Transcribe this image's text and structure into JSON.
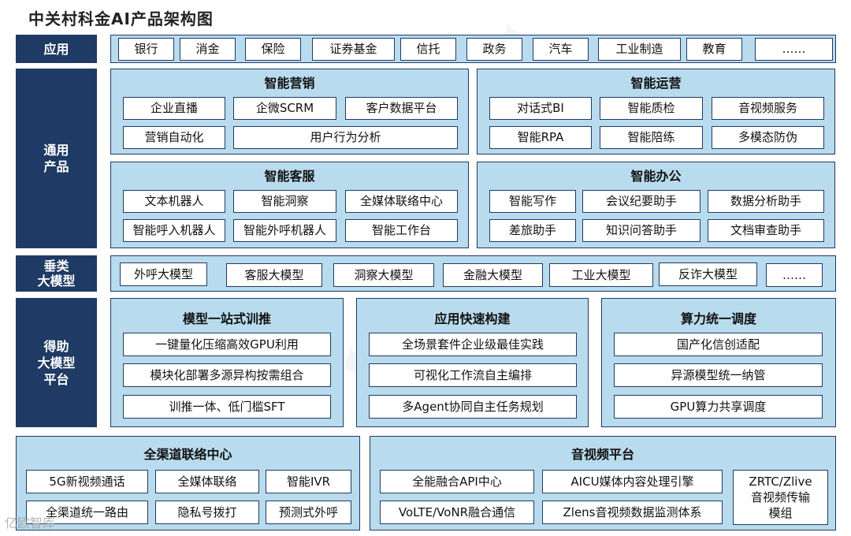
{
  "title": "中关村科金AI产品架构图",
  "app_row": {
    "label": "应用",
    "items": [
      "银行",
      "消金",
      "保险",
      "证券基金",
      "信托",
      "政务",
      "汽车",
      "工业制造",
      "教育",
      "……"
    ]
  },
  "general_products": {
    "label": "通用\n产品",
    "groups": [
      {
        "title": "智能营销",
        "items": [
          "企业直播",
          "企微SCRM",
          "客户数据平台",
          "营销自动化",
          "用户行为分析"
        ]
      },
      {
        "title": "智能运营",
        "items": [
          "对话式BI",
          "智能质检",
          "音视频服务",
          "智能RPA",
          "智能陪练",
          "多模态防伪"
        ]
      },
      {
        "title": "智能客服",
        "items": [
          "文本机器人",
          "智能洞察",
          "全媒体联络中心",
          "智能呼入机器人",
          "智能外呼机器人",
          "智能工作台"
        ]
      },
      {
        "title": "智能办公",
        "items": [
          "智能写作",
          "会议纪要助手",
          "数据分析助手",
          "差旅助手",
          "知识问答助手",
          "文档审查助手"
        ]
      }
    ]
  },
  "vertical_models": {
    "label": "垂类\n大模型",
    "items": [
      "外呼大模型",
      "客服大模型",
      "洞察大模型",
      "金融大模型",
      "工业大模型",
      "反诈大模型",
      "……"
    ]
  },
  "platform": {
    "label": "得助\n大模型\n平台",
    "columns": [
      {
        "title": "模型一站式训推",
        "items": [
          "一键量化压缩高效GPU利用",
          "模块化部署多源异构按需组合",
          "训推一体、低门槛SFT"
        ]
      },
      {
        "title": "应用快速构建",
        "items": [
          "全场景套件企业级最佳实践",
          "可视化工作流自主编排",
          "多Agent协同自主任务规划"
        ]
      },
      {
        "title": "算力统一调度",
        "items": [
          "国产化信创适配",
          "异源模型统一纳管",
          "GPU算力共享调度"
        ]
      }
    ]
  },
  "bottom": {
    "contact_center": {
      "title": "全渠道联络中心",
      "items": [
        "5G新视频通话",
        "全媒体联络",
        "智能IVR",
        "全渠道统一路由",
        "隐私号拨打",
        "预测式外呼"
      ]
    },
    "av_platform": {
      "title": "音视频平台",
      "items": [
        "全能融合API中心",
        "AICU媒体内容处理引擎",
        "ZRTC/Zlive\n音视频传输\n模组",
        "VoLTE/VoNR融合通信",
        "Zlens音视频数据监测体系"
      ]
    }
  },
  "watermark": "亿欧智库",
  "colors": {
    "navy": "#1f3a64",
    "panel": "#b9dbee",
    "box": "#ffffff"
  }
}
